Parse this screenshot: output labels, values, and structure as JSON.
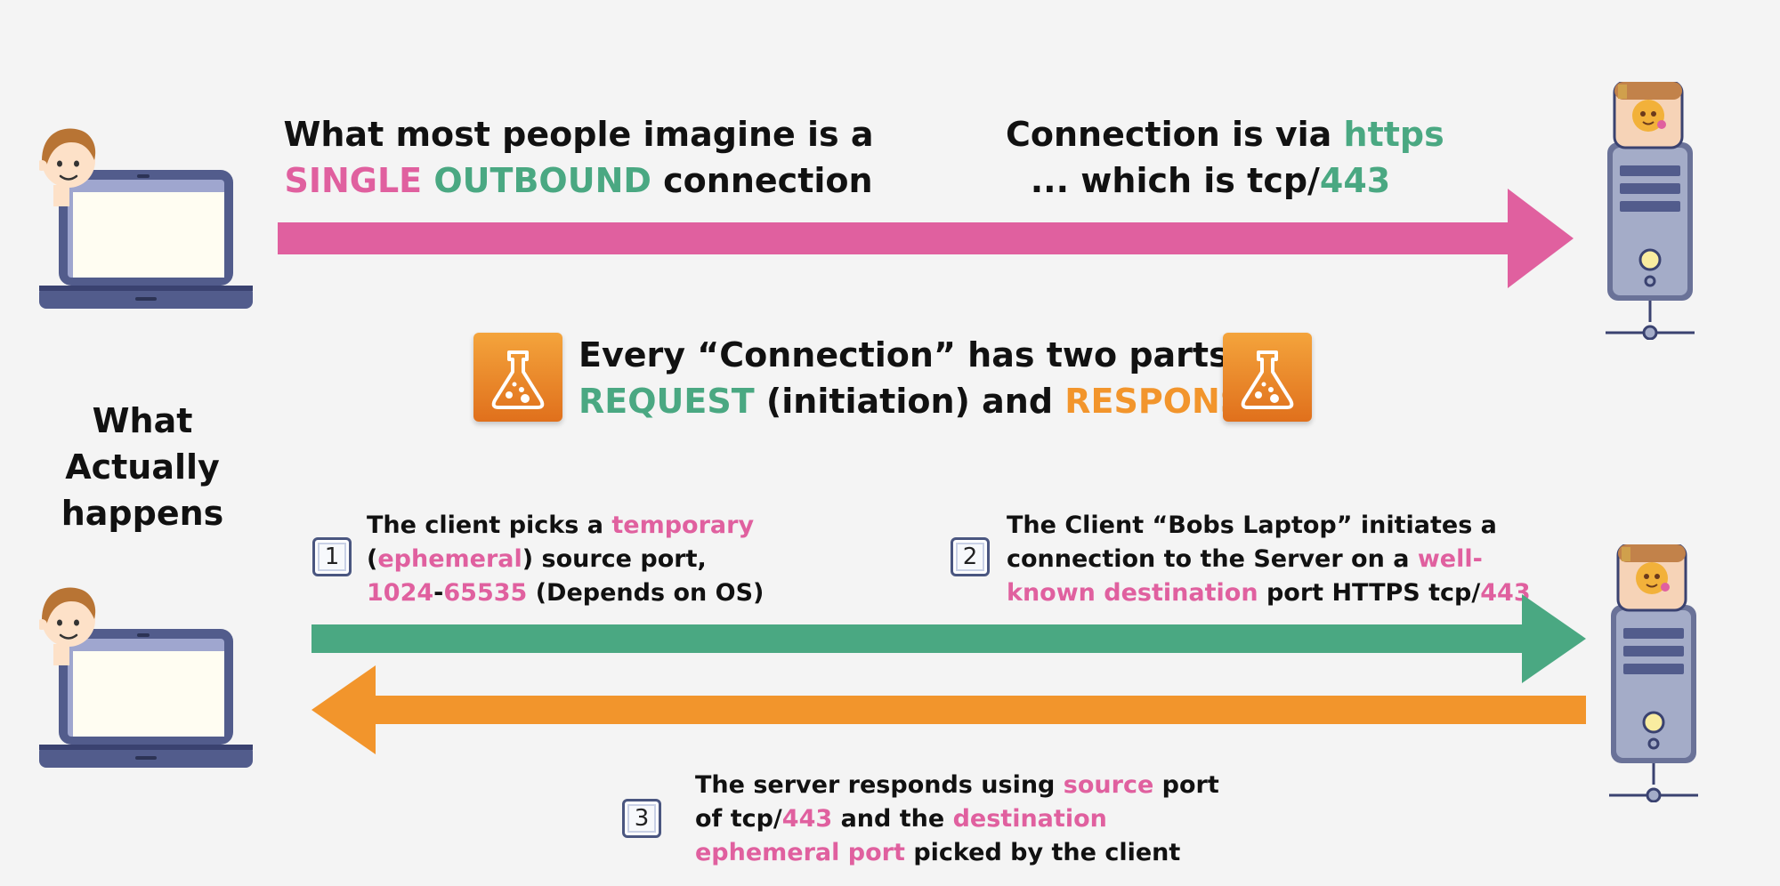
{
  "top": {
    "left_line1": "What most people imagine is a",
    "left_single": "SINGLE",
    "left_outbound": "OUTBOUND",
    "left_connection": "connection",
    "right_line1_prefix": "Connection is via",
    "right_https": "https",
    "right_line2_prefix": "... which is tcp/",
    "right_port": "443"
  },
  "middle": {
    "line1": "Every “Connection” has two parts -",
    "request": "REQUEST",
    "middle_text": "(initiation) and",
    "response": "RESPONSE"
  },
  "side_label": {
    "line1": "What",
    "line2": "Actually",
    "line3": "happens"
  },
  "step1": {
    "number": "1",
    "l1_prefix": "The client picks a",
    "l1_temporary": "temporary",
    "l2_open": "(",
    "l2_ephemeral": "ephemeral",
    "l2_suffix": ") source port,",
    "l3_low": "1024",
    "l3_dash": "-",
    "l3_high": "65535",
    "l3_suffix": "(Depends on OS)"
  },
  "step2": {
    "number": "2",
    "l1": "The Client “Bobs Laptop” initiates a",
    "l2_prefix": "connection to the Server on a",
    "l2_well": "well-",
    "l3_known": "known destination",
    "l3_mid": "port HTTPS tcp/",
    "l3_port": "443"
  },
  "step3": {
    "number": "3",
    "l1_prefix": "The server responds using",
    "l1_source": "source",
    "l1_suffix": "port",
    "l2_prefix": "of tcp/",
    "l2_port": "443",
    "l2_mid": "and the",
    "l2_destination": "destination",
    "l3_ephemeral": "ephemeral port",
    "l3_suffix": "picked by the client"
  },
  "icons": {
    "laptop": "laptop-user-icon",
    "server": "server-icon",
    "flask": "flask-icon"
  },
  "colors": {
    "pink": "#e0609f",
    "green": "#4aa882",
    "orange": "#f2952c",
    "background": "#f4f4f4"
  }
}
